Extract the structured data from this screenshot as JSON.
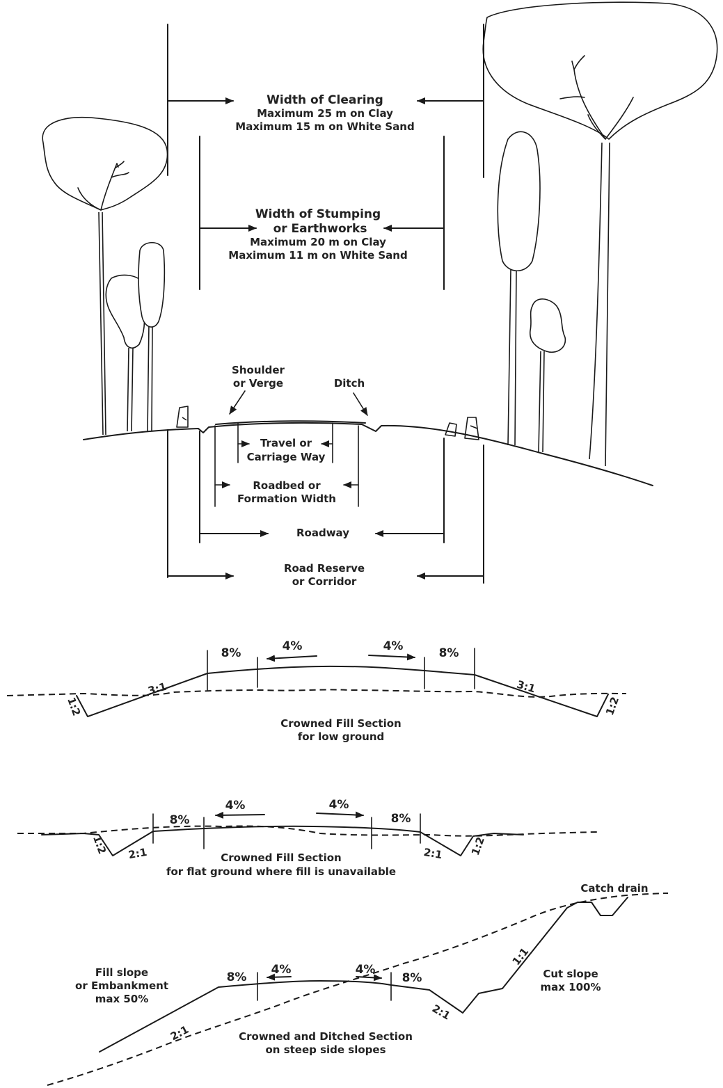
{
  "clearing": {
    "title": "Width of Clearing",
    "line1": "Maximum 25 m on Clay",
    "line2": "Maximum 15 m on White Sand"
  },
  "stumping": {
    "title1": "Width of Stumping",
    "title2": "or Earthworks",
    "line1": "Maximum 20 m on Clay",
    "line2": "Maximum 11 m on White Sand"
  },
  "road": {
    "shoulder1": "Shoulder",
    "shoulder2": "or Verge",
    "ditch": "Ditch",
    "travel1": "Travel or",
    "travel2": "Carriage Way",
    "roadbed1": "Roadbed or",
    "roadbed2": "Formation Width",
    "roadway": "Roadway",
    "reserve1": "Road Reserve",
    "reserve2": "or Corridor"
  },
  "section1": {
    "pct_outer_left": "8%",
    "pct_inner_left": "4%",
    "pct_inner_right": "4%",
    "pct_outer_right": "8%",
    "slope_left": "3:1",
    "slope_right": "3:1",
    "ditch_left": "1:2",
    "ditch_right": "1:2",
    "caption1": "Crowned Fill Section",
    "caption2": "for low ground"
  },
  "section2": {
    "pct_outer_left": "8%",
    "pct_inner_left": "4%",
    "pct_inner_right": "4%",
    "pct_outer_right": "8%",
    "slope_left": "2:1",
    "slope_right": "2:1",
    "ditch_left": "1:2",
    "ditch_right": "1:2",
    "caption1": "Crowned Fill Section",
    "caption2": "for flat ground where fill is unavailable"
  },
  "section3": {
    "catch_drain": "Catch drain",
    "fill1": "Fill slope",
    "fill2": "or Embankment",
    "fill3": "max 50%",
    "pct_outer_left": "8%",
    "pct_inner_left": "4%",
    "pct_inner_right": "4%",
    "pct_outer_right": "8%",
    "slope_fill": "2:1",
    "slope_ditch": "2:1",
    "slope_cut": "1:1",
    "cut1": "Cut slope",
    "cut2": "max 100%",
    "caption1": "Crowned and Ditched Section",
    "caption2": "on steep side slopes"
  }
}
